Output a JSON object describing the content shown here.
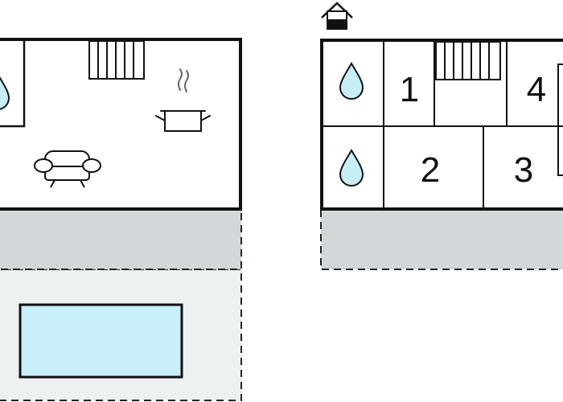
{
  "floor_plan": {
    "ground_floor": {
      "rooms": [
        {
          "type": "bathroom",
          "icon": "water-drop-icon"
        },
        {
          "type": "stairs",
          "icon": "stairs-icon"
        },
        {
          "type": "kitchen",
          "icon": "cooking-pot-icon"
        },
        {
          "type": "living-room",
          "icon": "sofa-icon"
        }
      ],
      "outdoor": [
        {
          "type": "terrace"
        },
        {
          "type": "garden"
        },
        {
          "type": "pool",
          "icon": "pool-icon"
        }
      ]
    },
    "upper_floor": {
      "level_icon": "house-level-icon",
      "rooms": [
        {
          "type": "bathroom",
          "icon": "water-drop-icon"
        },
        {
          "type": "bathroom",
          "icon": "water-drop-icon"
        },
        {
          "type": "bedroom",
          "label": "1"
        },
        {
          "type": "bedroom",
          "label": "2"
        },
        {
          "type": "bedroom",
          "label": "3"
        },
        {
          "type": "bedroom",
          "label": "4"
        },
        {
          "type": "stairs",
          "icon": "stairs-icon"
        }
      ],
      "outdoor": [
        {
          "type": "balcony"
        }
      ]
    }
  },
  "colors": {
    "wall": "#111111",
    "water": "#c8eef5",
    "pool": "#c8eef8",
    "terrace": "#d2d8da",
    "garden": "#eef1f1"
  }
}
